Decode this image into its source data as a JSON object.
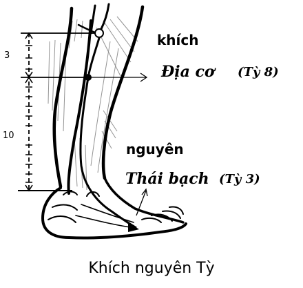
{
  "diagram": {
    "points": [
      {
        "type_label": "khích",
        "name": "Địa cơ",
        "code": "(Tỳ 8)"
      },
      {
        "type_label": "nguyên",
        "name": "Thái bạch",
        "code": "(Tỳ 3)"
      }
    ],
    "scale": {
      "upper_segment": "3",
      "lower_segment": "10"
    },
    "caption": "Khích nguyên Tỳ",
    "colors": {
      "ink": "#000000",
      "hatch": "#6f6f6f",
      "background": "#ffffff"
    }
  }
}
